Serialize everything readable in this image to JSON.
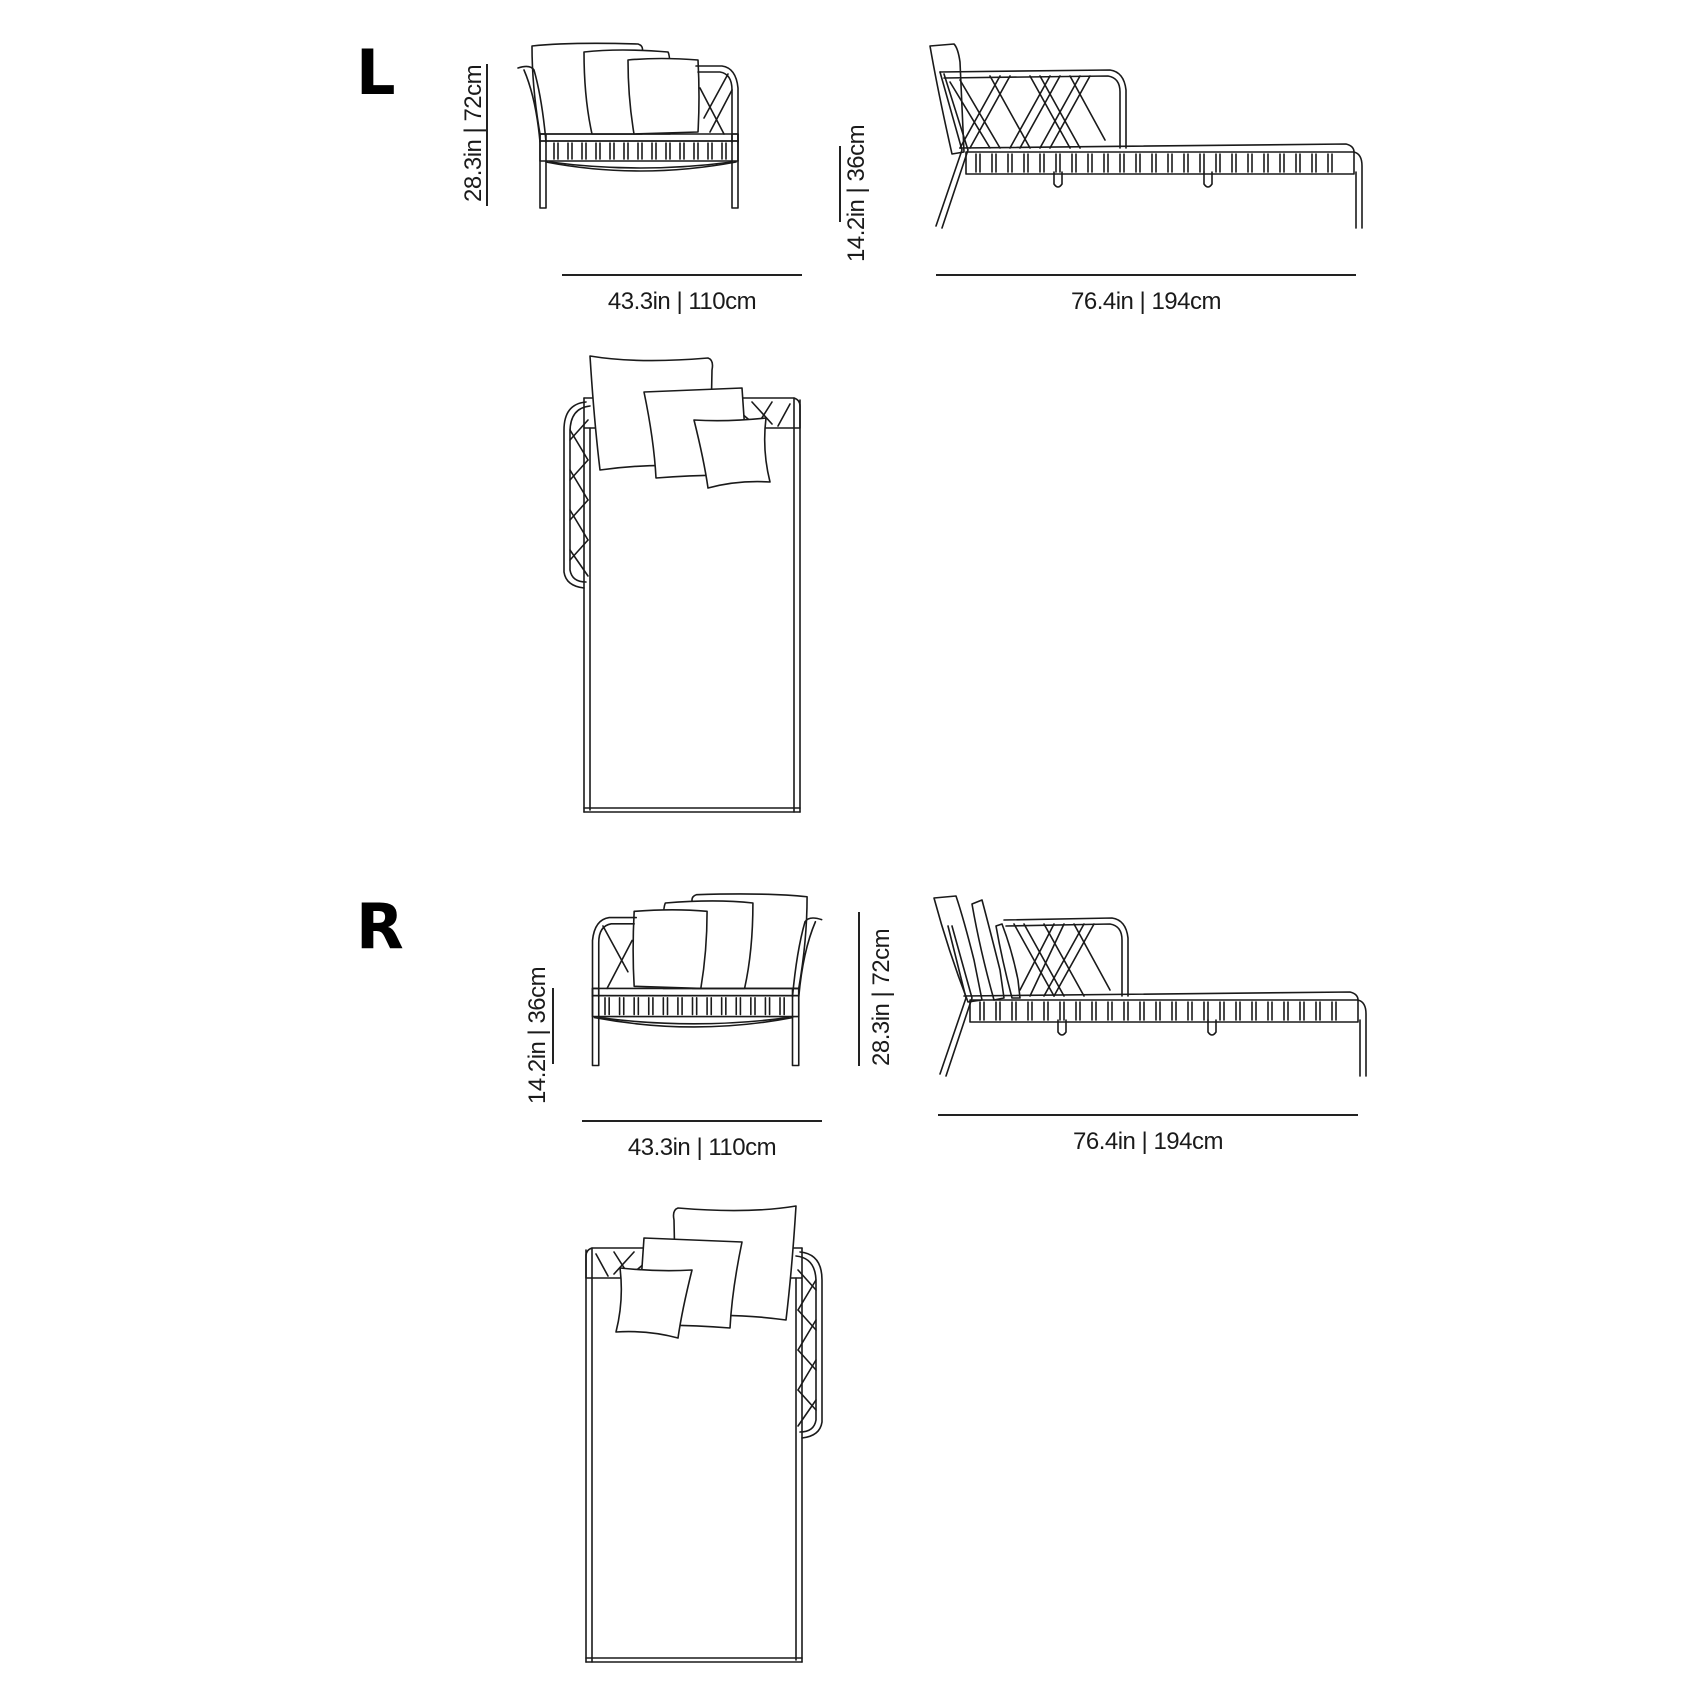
{
  "sheet": {
    "variants": [
      {
        "label": "L",
        "front_view": {
          "height_label": "28.3in | 72cm",
          "seat_height_label": "14.2in | 36cm",
          "width_label": "43.3in | 110cm"
        },
        "side_view": {
          "length_label": "76.4in | 194cm"
        },
        "top_view": {
          "backrest_side": "left"
        }
      },
      {
        "label": "R",
        "front_view": {
          "height_label": "28.3in | 72cm",
          "seat_height_label": "14.2in | 36cm",
          "width_label": "43.3in | 110cm"
        },
        "side_view": {
          "length_label": "76.4in | 194cm"
        },
        "top_view": {
          "backrest_side": "right"
        }
      }
    ]
  },
  "colors": {
    "line": "#1a1a1a",
    "background": "#ffffff"
  }
}
